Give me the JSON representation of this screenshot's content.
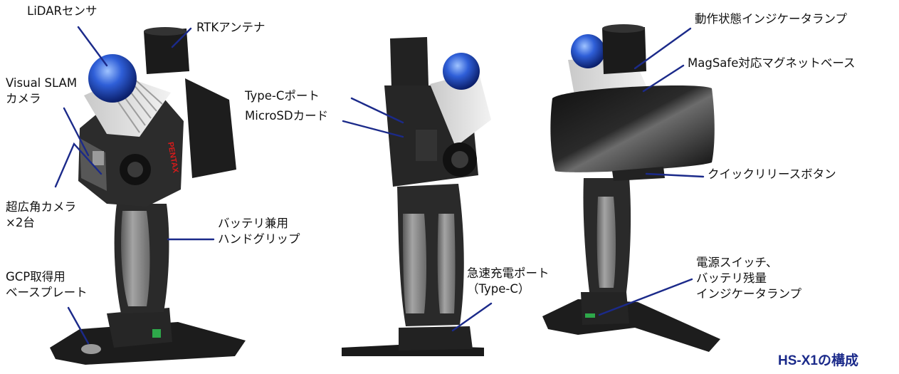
{
  "caption": "HS-X1の構成",
  "brand_mark": "PENTAX",
  "colors": {
    "leader": "#1b2a8a",
    "body": "#2a2a2a",
    "grip": "#8a8a8a",
    "dome": "#2f5fd8"
  },
  "labels": {
    "lidar": "LiDARセンサ",
    "rtk": "RTKアンテナ",
    "vslam_1": "Visual SLAM",
    "vslam_2": "カメラ",
    "wide_1": "超広角カメラ",
    "wide_2": "×2台",
    "grip_1": "バッテリ兼用",
    "grip_2": "ハンドグリップ",
    "gcp_1": "GCP取得用",
    "gcp_2": "ベースプレート",
    "typec": "Type-Cポート",
    "sd": "MicroSDカード",
    "fast_1": "急速充電ポート",
    "fast_2": "（Type-C）",
    "status": "動作状態インジケータランプ",
    "magsafe": "MagSafe対応マグネットベース",
    "quick": "クイックリリースボタン",
    "power_1": "電源スイッチ、",
    "power_2": "バッテリ残量",
    "power_3": "インジケータランプ"
  }
}
